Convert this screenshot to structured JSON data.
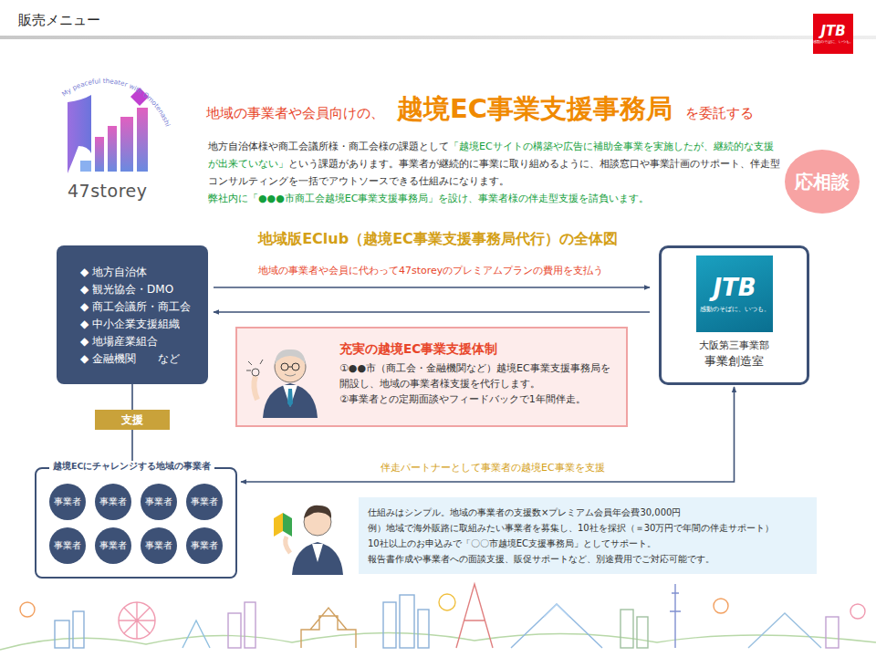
{
  "diagram": {
    "title": "販売メニュー",
    "nodes": [
      {
        "text": [
          "JTB",
          "感動のそばに、いつも。"
        ]
      },
      {
        "text": [
          "応相談"
        ]
      },
      {
        "text": [
          "◆ 地方自治体",
          "◆ 観光協会・DMO",
          "◆ 商工会議所・商工会",
          "◆ 中小企業支援組織",
          "◆ 地場産業組合",
          "◆ 金融機関　　など"
        ]
      },
      {
        "text": [
          "大阪第三事業部",
          "事業創造室"
        ]
      },
      {
        "text": [
          "JTB",
          "感動のそばに、いつも。"
        ],
        "in": 3
      },
      {
        "text": [
          "充実の越境EC事業支援体制",
          "①●●市（商工会・金融機関など）越境EC事業支援事務局を開設し、地域の事業者様支援を代行します。",
          "②事業者との定期面談やフィードバックで1年間伴走。"
        ]
      },
      {
        "text": [
          "支援"
        ]
      },
      {
        "text": [
          "越境ECにチャレンジする地域の事業者"
        ]
      },
      {
        "text": [
          "事業者"
        ],
        "in": 7
      },
      {
        "text": [
          "事業者"
        ],
        "in": 7
      },
      {
        "text": [
          "事業者"
        ],
        "in": 7
      },
      {
        "text": [
          "事業者"
        ],
        "in": 7
      },
      {
        "text": [
          "事業者"
        ],
        "in": 7
      },
      {
        "text": [
          "事業者"
        ],
        "in": 7
      },
      {
        "text": [
          "事業者"
        ],
        "in": 7
      },
      {
        "text": [
          "事業者"
        ],
        "in": 7
      },
      {
        "text": [
          "仕組みはシンプル。地域の事業者の支援数×プレミアム会員年会費30,000円",
          "例）地域で海外販路に取組みたい事業者を募集し、10社を採択（＝30万円で年間の伴走サポート）",
          "10社以上のお申込みで「〇〇市越境EC支援事務局」としてサポート。",
          "報告書作成や事業者への面談支援、販促サポートなど、別途費用でご対応可能です。"
        ]
      }
    ],
    "edges": [
      {
        "from": 2,
        "to": 3,
        "arrow": "to",
        "label": "地域の事業者や会員に代わって47storeyのプレミアムプランの費用を支払う"
      },
      {
        "from": 3,
        "to": 2,
        "arrow": "to"
      },
      {
        "from": 2,
        "to": 6,
        "arrow": "none"
      },
      {
        "from": 6,
        "to": 7,
        "arrow": "to"
      },
      {
        "from": 3,
        "to": 7,
        "arrow": "both",
        "label": "伴走パートナーとして事業者の越境EC事業を支援"
      }
    ],
    "labels": [
      "My peaceful theater with Omotenashi",
      "47storey",
      "地域の事業者や会員向けの、",
      "越境EC事業支援事務局",
      "を委託する",
      "地方自治体様や商工会議所様・商工会様の課題として",
      "「越境ECサイトの構築や広告に補助金事業を実施したが、継続的な支援が出来ていない」",
      "という課題があります。事業者が継続的に事業に取り組めるように、相談窓口や事業計画のサポート、伴走型コンサルティングを一括でアウトソースできる仕組みになります。",
      "弊社内に「●●●市商工会越境EC事業支援事務局」を設け、事業者様の伴走型支援を請負います。",
      "地域版EClub（越境EC事業支援事務局代行）の全体図"
    ]
  }
}
